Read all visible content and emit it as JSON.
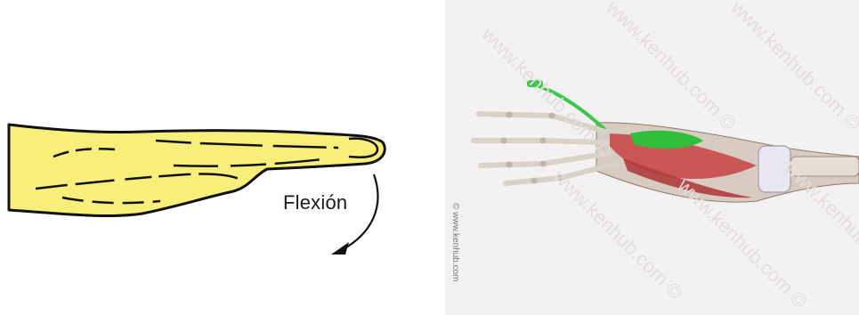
{
  "hand_diagram": {
    "motion_label": "Flexión",
    "skin_color": "#f7ef7a",
    "outline_color": "#111111"
  },
  "anatomy_illustration": {
    "watermark_text": "www.kenhub.com ©",
    "side_credit": "© www.kenhub.com",
    "highlight_color": "#2fbf3a",
    "muscle_color": "#c94a4a"
  }
}
